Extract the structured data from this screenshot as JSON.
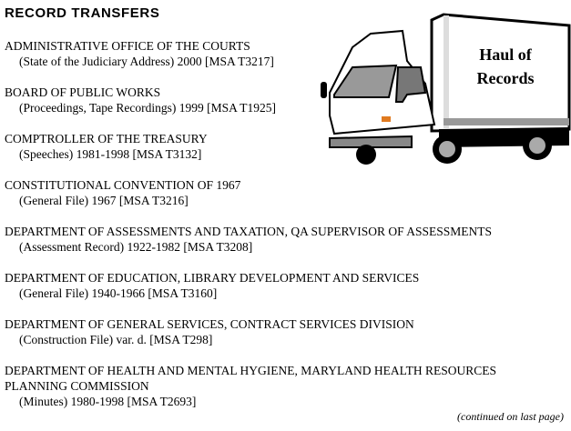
{
  "title": "RECORD TRANSFERS",
  "truck_sign": [
    "Haul of",
    "Records"
  ],
  "entries": [
    {
      "agency": "ADMINISTRATIVE OFFICE OF THE COURTS",
      "detail": "(State of the Judiciary Address) 2000 [MSA T3217]"
    },
    {
      "agency": "BOARD OF PUBLIC WORKS",
      "detail": "(Proceedings, Tape Recordings) 1999 [MSA T1925]"
    },
    {
      "agency": "COMPTROLLER OF THE TREASURY",
      "detail": "(Speeches) 1981-1998 [MSA T3132]"
    },
    {
      "agency": "CONSTITUTIONAL CONVENTION OF 1967",
      "detail": "(General File) 1967 [MSA T3216]"
    },
    {
      "agency": "DEPARTMENT OF ASSESSMENTS AND TAXATION, QA SUPERVISOR OF ASSESSMENTS",
      "detail": "(Assessment Record) 1922-1982 [MSA T3208]"
    },
    {
      "agency": "DEPARTMENT OF EDUCATION, LIBRARY DEVELOPMENT AND SERVICES",
      "detail": "(General File) 1940-1966 [MSA T3160]"
    },
    {
      "agency": "DEPARTMENT OF GENERAL SERVICES, CONTRACT SERVICES DIVISION",
      "detail": "(Construction File) var. d. [MSA T298]"
    },
    {
      "agency": "DEPARTMENT OF HEALTH AND MENTAL HYGIENE, MARYLAND HEALTH RESOURCES PLANNING COMMISSION",
      "detail": "(Minutes) 1980-1998 [MSA T2693]"
    }
  ],
  "continued": "(continued on last page)"
}
